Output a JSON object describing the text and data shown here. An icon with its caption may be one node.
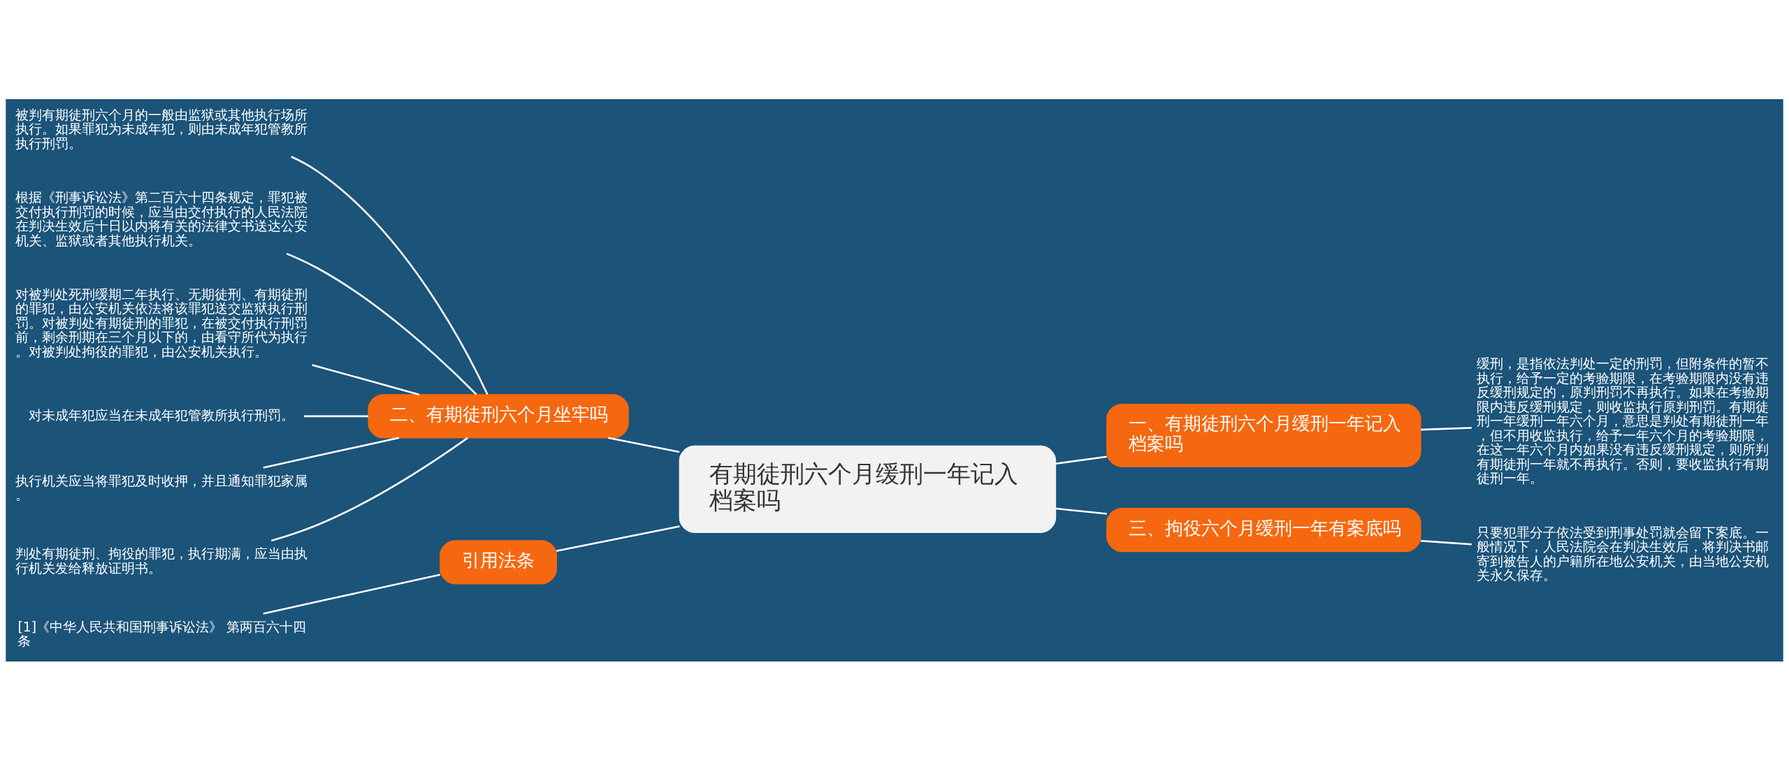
{
  "diagram": {
    "nodes": [
      {
        "text": [
          "有期徒刑六个月缓刑一年记入档案吗"
        ]
      },
      {
        "text": [
          "二、有期徒刑六个月坐牢吗"
        ]
      },
      {
        "text": [
          "被判有期徒刑六个月的一般由监狱或其他执行场所执行。如果罪犯为未成年犯，则由未成年犯管教所执行刑罚。"
        ]
      },
      {
        "text": [
          "根据《刑事诉讼法》第二百六十四条规定，罪犯被交付执行刑罚的时候，应当由交付执行的人民法院在判决生效后十日以内将有关的法律文书送达公安机关、监狱或者其他执行机关。"
        ]
      },
      {
        "text": [
          "对被判处死刑缓期二年执行、无期徒刑、有期徒刑的罪犯，由公安机关依法将该罪犯送交监狱执行刑罚。对被判处有期徒刑的罪犯，在被交付执行刑罚前，剩余刑期在三个月以下的，由看守所代为执行。对被判处拘役的罪犯，由公安机关执行。"
        ]
      },
      {
        "text": [
          "对未成年犯应当在未成年犯管教所执行刑罚。"
        ]
      },
      {
        "text": [
          "执行机关应当将罪犯及时收押，并且通知罪犯家属。"
        ]
      },
      {
        "text": [
          "判处有期徒刑、拘役的罪犯，执行期满，应当由执行机关发给释放证明书。"
        ]
      },
      {
        "text": [
          "一、有期徒刑六个月缓刑一年记入档案吗"
        ]
      },
      {
        "text": [
          "缓刑，是指依法判处一定的刑罚，但附条件的暂不执行，给予一定的考验期限，在考验期限内没有违反缓刑规定的，原判刑罚不再执行。如果在考验期限内违反缓刑规定，则收监执行原判刑罚。有期徒刑一年缓刑一年六个月，意思是判处有期徒刑一年，但不用收监执行，给予一年六个月的考验期限，在这一年六个月内如果没有违反缓刑规定，则所判有期徒刑一年就不再执行。否则，要收监执行有期徒刑一年。"
        ]
      },
      {
        "text": [
          "三、拘役六个月缓刑一年有案底吗"
        ]
      },
      {
        "text": [
          "只要犯罪分子依法受到刑事处罚就会留下案底。一般情况下，人民法院会在判决生效后，将判决书邮寄到被告人的户籍所在地公安机关，由当地公安机关永久保存。"
        ]
      },
      {
        "text": [
          "引用法条"
        ]
      },
      {
        "text": [
          "[1]《中华人民共和国刑事诉讼法》 第两百六十四条"
        ]
      }
    ],
    "edges": [
      {
        "from": 0,
        "to": 1,
        "arrow": "none"
      },
      {
        "from": 1,
        "to": 2,
        "arrow": "none"
      },
      {
        "from": 1,
        "to": 3,
        "arrow": "none"
      },
      {
        "from": 1,
        "to": 4,
        "arrow": "none"
      },
      {
        "from": 1,
        "to": 5,
        "arrow": "none"
      },
      {
        "from": 1,
        "to": 6,
        "arrow": "none"
      },
      {
        "from": 1,
        "to": 7,
        "arrow": "none"
      },
      {
        "from": 0,
        "to": 8,
        "arrow": "none"
      },
      {
        "from": 8,
        "to": 9,
        "arrow": "none"
      },
      {
        "from": 0,
        "to": 10,
        "arrow": "none"
      },
      {
        "from": 10,
        "to": 11,
        "arrow": "none"
      },
      {
        "from": 0,
        "to": 12,
        "arrow": "none"
      },
      {
        "from": 12,
        "to": 13,
        "arrow": "none"
      }
    ]
  }
}
